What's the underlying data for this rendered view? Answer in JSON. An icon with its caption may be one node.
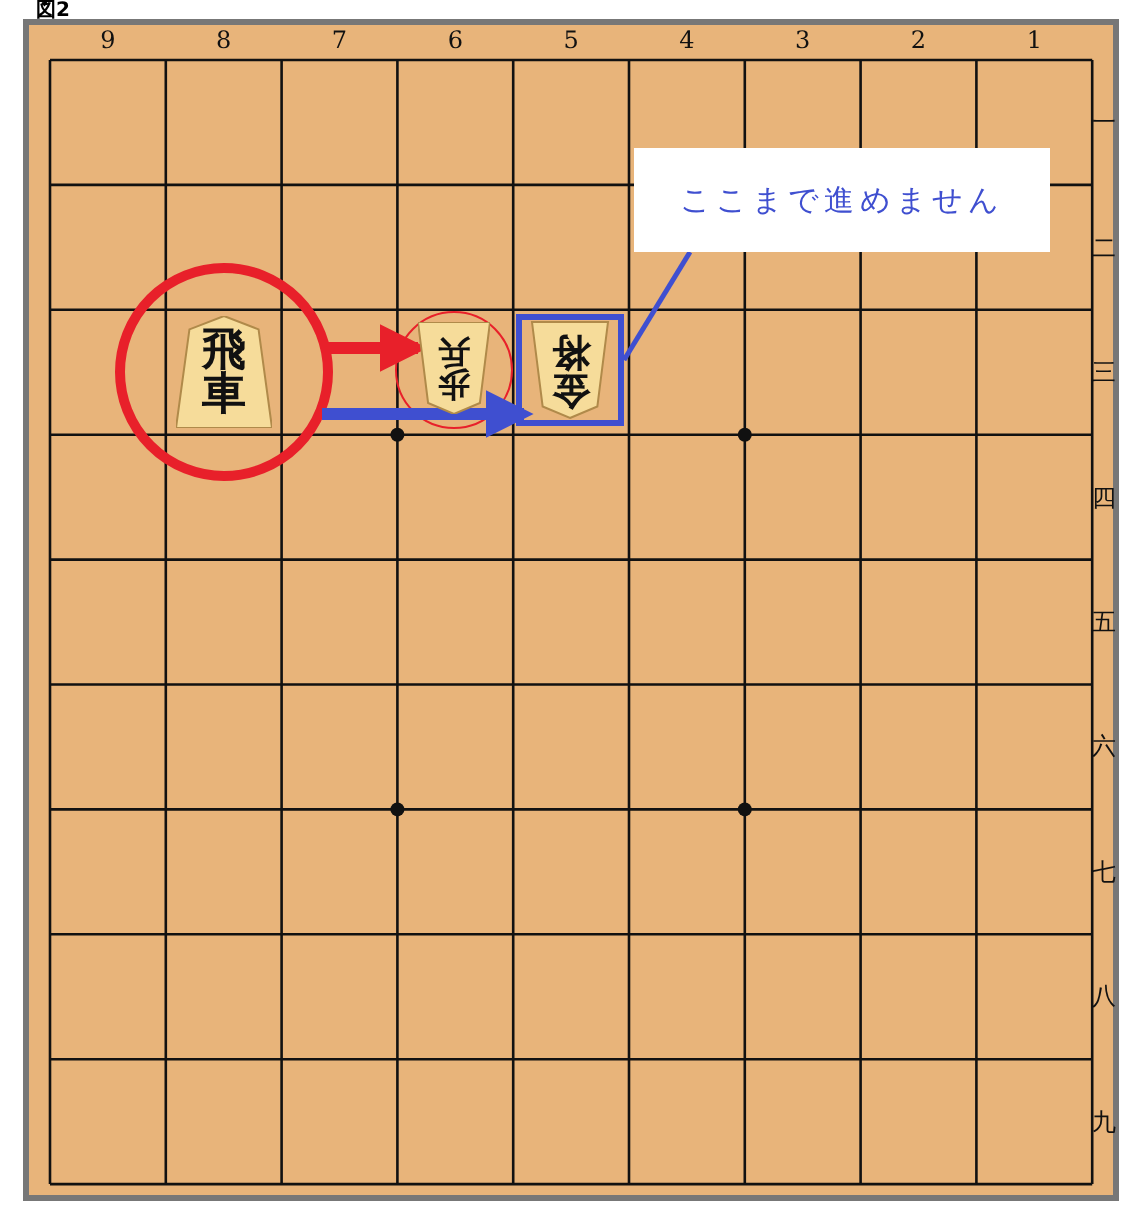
{
  "diagram": {
    "title": "図2",
    "nodes": [
      {
        "text": [
          "飛車"
        ]
      },
      {
        "text": [
          "歩兵"
        ]
      },
      {
        "text": [
          "金将"
        ]
      },
      {
        "text": [
          "ここまで進めません"
        ]
      }
    ],
    "edges": [
      {
        "from": 0,
        "to": 1,
        "arrow": "to",
        "color": "#e8202a"
      },
      {
        "from": 0,
        "to": 2,
        "arrow": "to",
        "color": "#3f4fd0"
      },
      {
        "from": 3,
        "to": 2,
        "arrow": "none",
        "color": "#3f4fd0"
      }
    ],
    "labels": [
      "9",
      "8",
      "7",
      "6",
      "5",
      "4",
      "3",
      "2",
      "1",
      "一",
      "二",
      "三",
      "四",
      "五",
      "六",
      "七",
      "八",
      "九"
    ]
  }
}
